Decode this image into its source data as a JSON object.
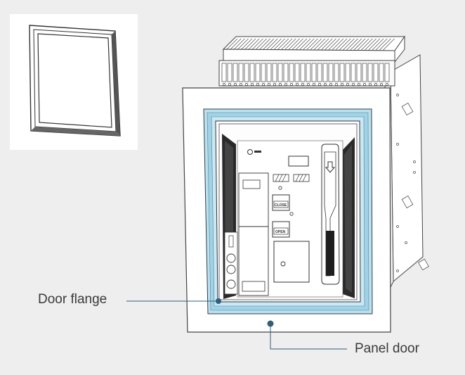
{
  "callouts": {
    "door_flange": "Door flange",
    "panel_door": "Panel door"
  },
  "device": {
    "close_label": "CLOSE",
    "open_label": "OPEN"
  },
  "colors": {
    "background": "#eeeeef",
    "callout_line": "#2f5f7a",
    "flange_highlight": "#9fd3e8",
    "outline": "#444444"
  }
}
